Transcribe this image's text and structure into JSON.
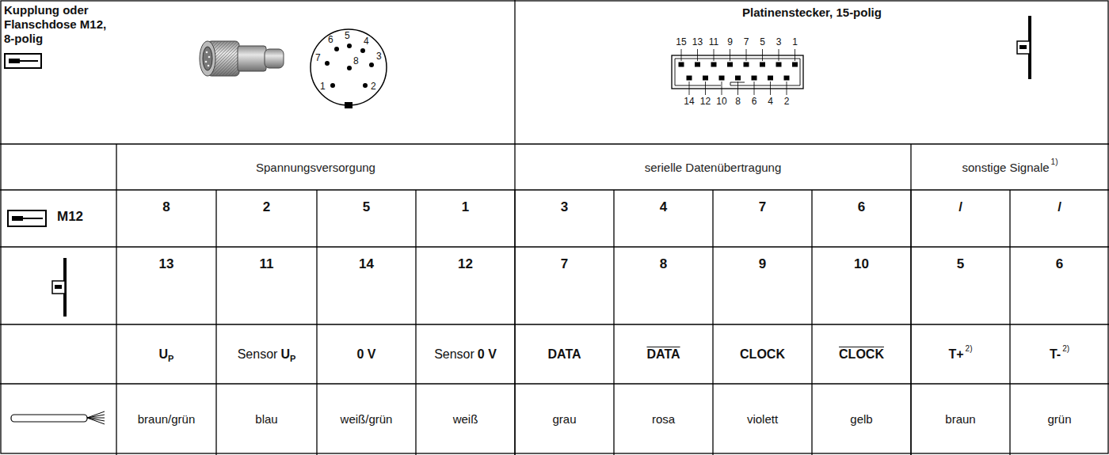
{
  "diagram": {
    "labels": [
      "Kupplung oder Flanschdose M12, 8-polig",
      "6",
      "5",
      "4",
      "7",
      "8",
      "3",
      "1",
      "2",
      "Platinenstecker, 15-polig",
      "15",
      "13",
      "11",
      "9",
      "7",
      "5",
      "3",
      "1",
      "14",
      "12",
      "10",
      "8",
      "6",
      "4",
      "2",
      "Spannungsversorgung",
      "serielle Datenübertragung",
      "sonstige Signale",
      "1)",
      "M12",
      "8",
      "2",
      "5",
      "1",
      "3",
      "4",
      "7",
      "6",
      "/",
      "/",
      "13",
      "11",
      "14",
      "12",
      "7",
      "8",
      "9",
      "10",
      "5",
      "6",
      "U",
      "P",
      "Sensor",
      "U",
      "P",
      "0 V",
      "Sensor",
      "0 V",
      "DATA",
      "DATA",
      "CLOCK",
      "CLOCK",
      "T+",
      "2)",
      "T-",
      "2)",
      "braun/grün",
      "blau",
      "weiß/grün",
      "weiß",
      "grau",
      "rosa",
      "violett",
      "gelb",
      "braun",
      "grün"
    ]
  }
}
